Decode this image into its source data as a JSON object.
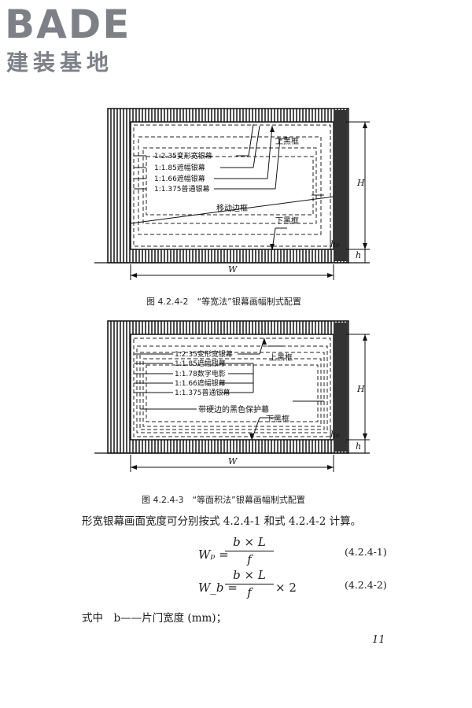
{
  "logo": {
    "wordmark": "BADE",
    "subtitle": "建装基地"
  },
  "figure1": {
    "labels": {
      "ratio_235": "1:2.35变形宽银幕",
      "ratio_185": "1:1.85遮幅银幕",
      "ratio_166": "1:1.66遮幅银幕",
      "ratio_1375": "1:1.375普通银幕",
      "top_frame": "上黑框",
      "moving_border": "移动边框",
      "bottom_frame": "下黑框",
      "dim_h0": "h₀",
      "dim_h": "h",
      "dim_H": "H",
      "dim_W": "W"
    },
    "caption": "图 4.2.4-2　“等宽法”银幕画幅制式配置"
  },
  "figure2": {
    "labels": {
      "ratio_235": "1:2.35变形宽银幕",
      "ratio_185": "1:1.85遮幅银幕",
      "ratio_178": "1:1.78数字电影",
      "ratio_166": "1:1.66遮幅银幕",
      "ratio_1375": "1:1.375普通银幕",
      "top_frame": "上黑框",
      "protective_curtain": "带硬边的黑色保护幕",
      "bottom_frame": "下黑框",
      "dim_h0": "h₀",
      "dim_h": "h",
      "dim_H": "H",
      "dim_W": "W"
    },
    "caption": "图 4.2.4-3　“等面积法”银幕画幅制式配置"
  },
  "body": {
    "intro": "形宽银幕画面宽度可分别按式 4.2.4-1 和式 4.2.4-2 计算。",
    "formula1": {
      "lhs": "Wₚ =",
      "numerator": "b × L",
      "denominator": "f",
      "tail": "",
      "number": "(4.2.4-1)"
    },
    "formula2": {
      "lhs": "W_b =",
      "numerator": "b × L",
      "denominator": "f",
      "tail": "× 2",
      "number": "(4.2.4-2)"
    },
    "where": "式中　b——片门宽度 (mm)；"
  },
  "page_number": "11"
}
